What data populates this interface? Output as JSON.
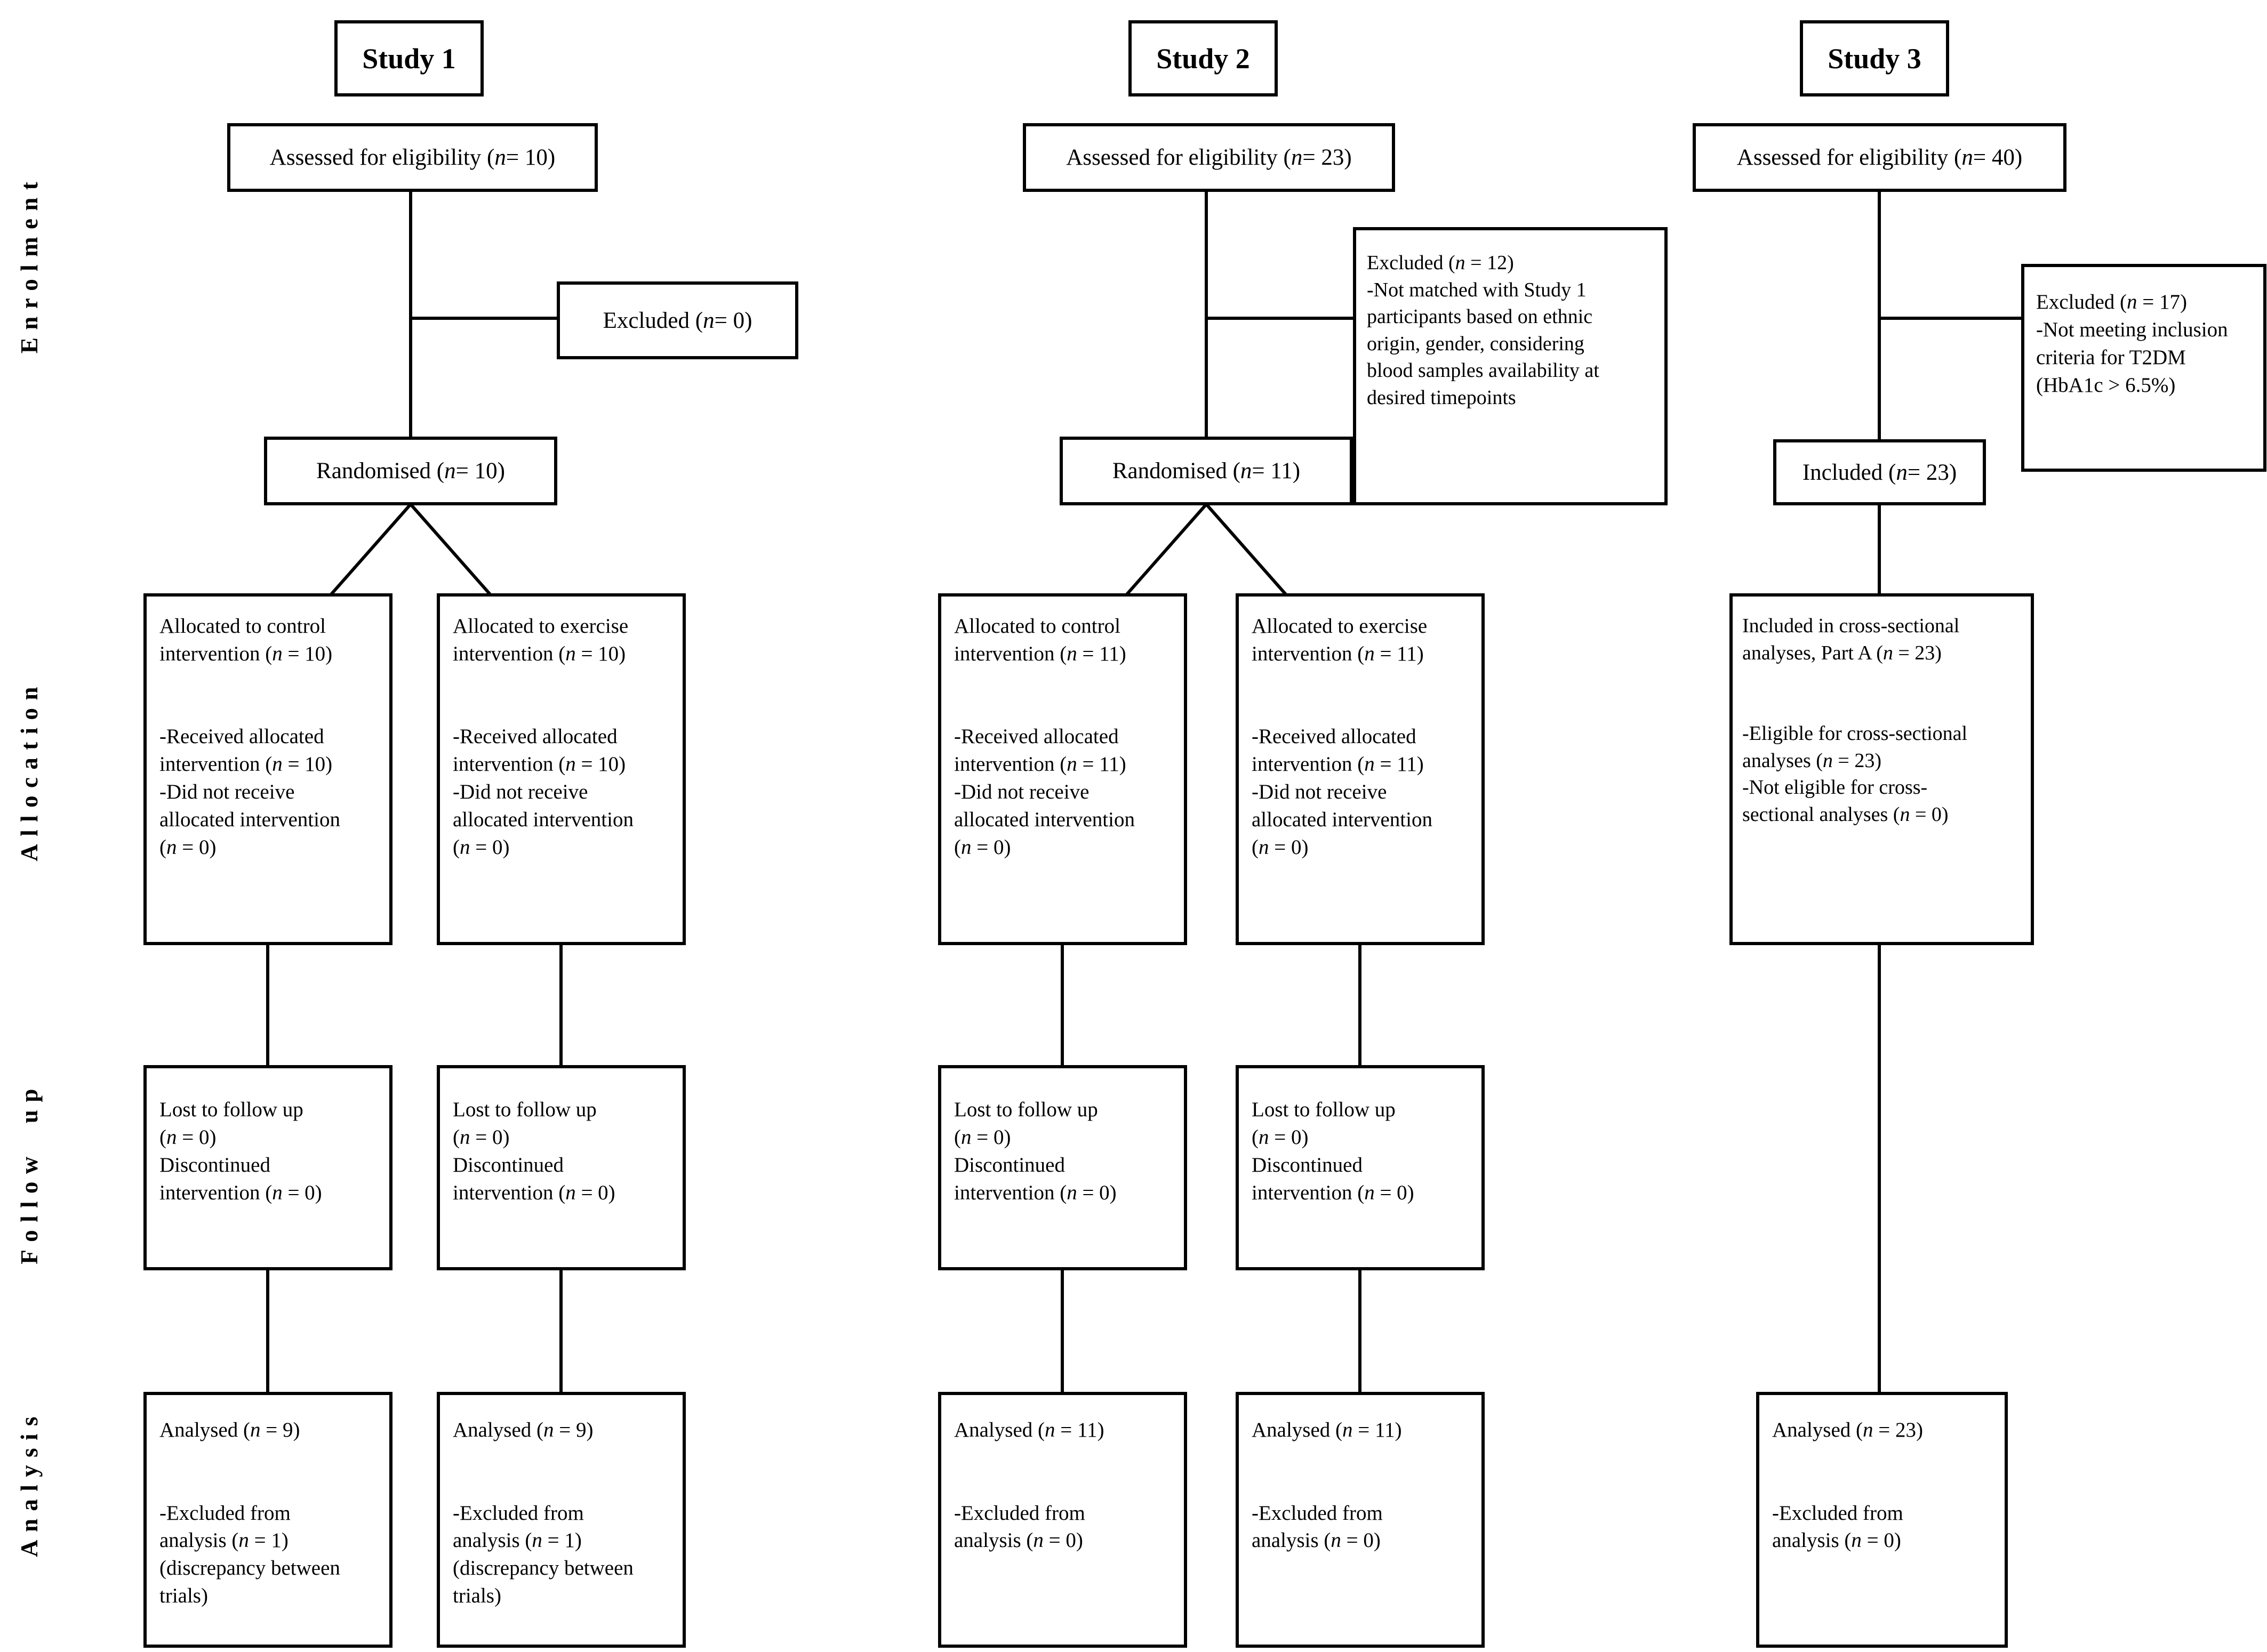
{
  "figure": {
    "background": "#ffffff",
    "ink": "#000000"
  },
  "side_labels": [
    {
      "label": "Enrolment"
    },
    {
      "label": "Allocation"
    },
    {
      "label": "Follow up"
    },
    {
      "label": "Analysis"
    }
  ],
  "studies": [
    {
      "title": "Study 1",
      "assessed": "Assessed for eligibility (n = 10)",
      "excluded": "Excluded (n = 0)",
      "randomised": "Randomised (n = 10)",
      "allocation_control": "Allocated to control\nintervention (n = 10)\n\n\n-Received allocated\nintervention (n = 10)\n-Did not receive\nallocated intervention\n(n = 0)",
      "allocation_exercise": "Allocated to exercise\nintervention (n = 10)\n\n\n-Received allocated\nintervention (n = 10)\n-Did not receive\nallocated intervention\n(n = 0)",
      "followup_control": "Lost to follow up\n(n = 0)\nDiscontinued\nintervention (n = 0)",
      "followup_exercise": "Lost to follow up\n(n = 0)\nDiscontinued\nintervention (n = 0)",
      "analysis_control": "Analysed (n = 9)\n\n\n-Excluded from\nanalysis (n = 1)\n(discrepancy between\ntrials)",
      "analysis_exercise": "Analysed (n = 9)\n\n\n-Excluded from\nanalysis (n = 1)\n(discrepancy between\ntrials)"
    },
    {
      "title": "Study 2",
      "assessed": "Assessed for eligibility (n = 23)",
      "excluded": "Excluded (n = 12)\n-Not matched with Study 1\nparticipants based on ethnic\norigin, gender, considering\nblood samples availability at\ndesired timepoints",
      "randomised": "Randomised (n = 11)",
      "allocation_control": "Allocated to control\nintervention (n = 11)\n\n\n-Received allocated\nintervention (n = 11)\n-Did not receive\nallocated intervention\n(n = 0)",
      "allocation_exercise": "Allocated to exercise\nintervention (n = 11)\n\n\n-Received allocated\nintervention (n = 11)\n-Did not receive\nallocated intervention\n(n = 0)",
      "followup_control": "Lost to follow up\n(n = 0)\nDiscontinued\nintervention (n = 0)",
      "followup_exercise": "Lost to follow up\n(n = 0)\nDiscontinued\nintervention (n = 0)",
      "analysis_control": "Analysed (n = 11)\n\n\n-Excluded from\nanalysis (n = 0)",
      "analysis_exercise": "Analysed (n = 11)\n\n\n-Excluded from\nanalysis (n = 0)"
    },
    {
      "title": "Study 3",
      "assessed": "Assessed for eligibility (n = 40)",
      "excluded": "Excluded (n = 17)\n-Not meeting inclusion\ncriteria for T2DM\n(HbA1c > 6.5%)",
      "included": "Included (n = 23)",
      "cross_sectional": "Included in cross-sectional\nanalyses, Part A (n = 23)\n\n\n-Eligible for cross-sectional\nanalyses (n = 23)\n-Not eligible for cross-\nsectional analyses (n = 0)",
      "analysis": "Analysed (n = 23)\n\n\n-Excluded from\nanalysis (n = 0)"
    }
  ]
}
